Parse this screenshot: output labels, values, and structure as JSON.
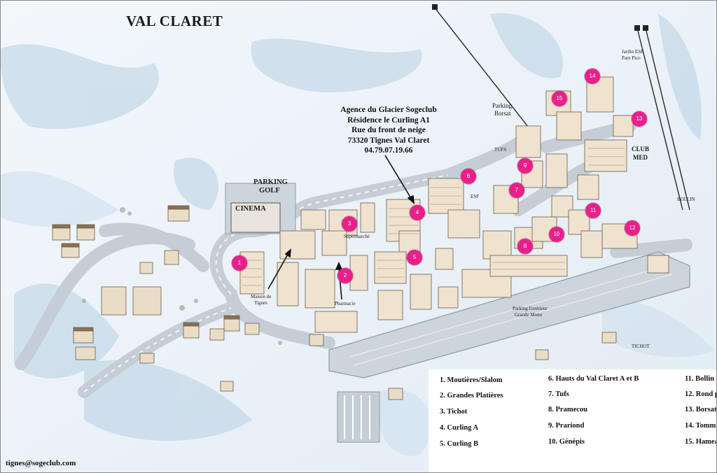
{
  "map": {
    "title": "VAL CLARET",
    "agency": [
      "Agence du Glacier Sogeclub",
      "Résidence le Curling A1",
      "Rue du front de neige",
      "73320 Tignes Val Claret",
      "04.79.07.19.66"
    ],
    "labels": {
      "parking_golf_1": "PARKING",
      "parking_golf_2": "GOLF",
      "cinema": "CINEMA",
      "parking_borsat_1": "Parking",
      "parking_borsat_2": "Borsat",
      "jardin_1": "Jardin ESF",
      "jardin_2": "Pare Pico",
      "club_med_1": "CLUB",
      "club_med_2": "MED",
      "tufs": "TUFS",
      "esf": "ESF",
      "bollin": "BOLLIN",
      "supermarche": "Supermarché",
      "maison_1": "Maison de",
      "maison_2": "Tignes",
      "pharmacie": "Pharmacie",
      "parking_ext_1": "Parking Extérieur",
      "parking_ext_2": "Grande Motte",
      "tichot": "TICHOT"
    },
    "markers": [
      "1",
      "2",
      "3",
      "4",
      "5",
      "6",
      "7",
      "8",
      "9",
      "10",
      "11",
      "12",
      "13",
      "14",
      "15"
    ],
    "legend": [
      "1. Moutières/Slalom",
      "2. Grandes Platières",
      "3. Tichot",
      "4. Curling A",
      "5. Curling B",
      "6. Hauts du Val Claret A et B",
      "7. Tufs",
      "8. Pramecou",
      "9. Prariond",
      "10. Génépis",
      "11. Bollin",
      "12. Rond p",
      "13. Borsat",
      "14. Tomm",
      "15. Hamea"
    ],
    "email": "tignes@sogeclub.com",
    "colors": {
      "marker": "#e8208a",
      "road": "#c9d1d8",
      "snow": "#eef4f9",
      "shadow": "#9fbcd6"
    }
  }
}
